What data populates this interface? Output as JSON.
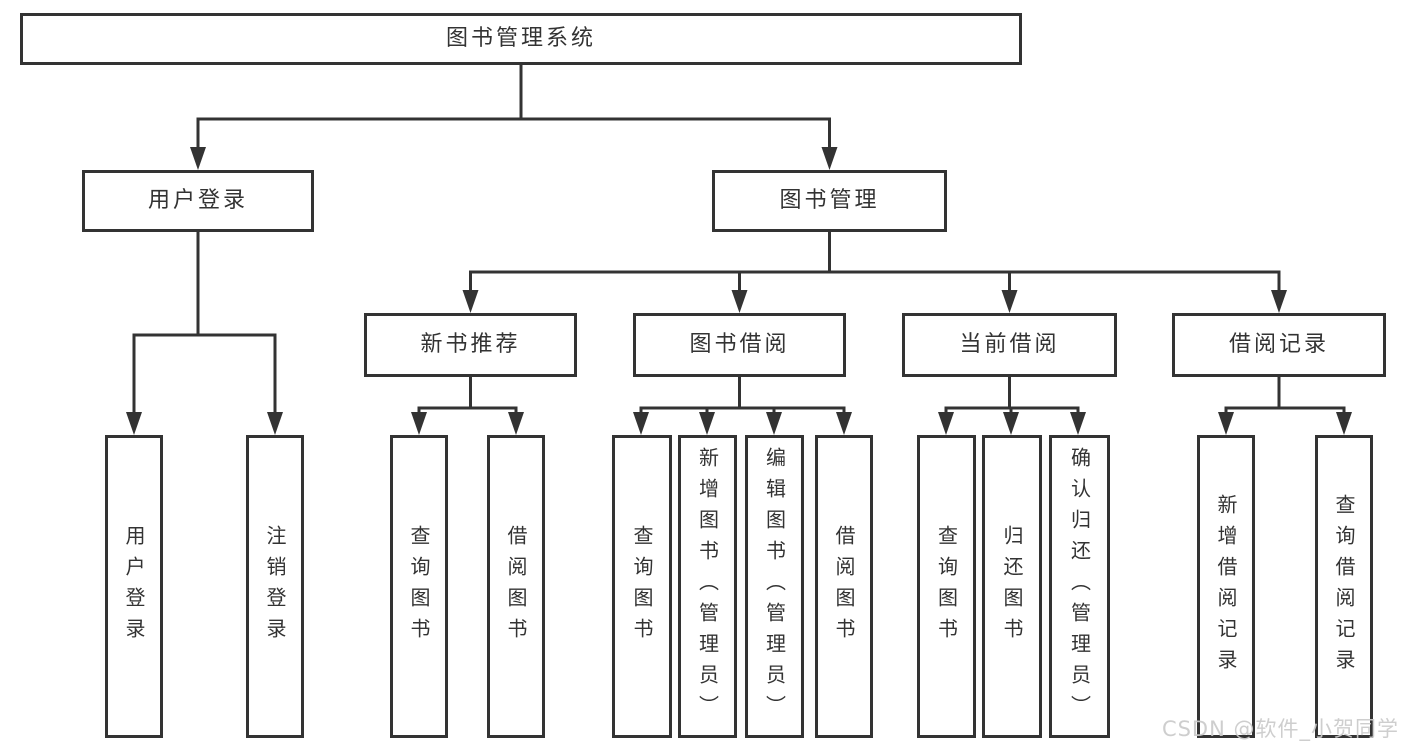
{
  "diagram_title": "图书管理系统",
  "tree": {
    "label": "图书管理系统",
    "children": [
      {
        "label": "用户登录",
        "children": [
          {
            "label": "用户登录"
          },
          {
            "label": "注销登录"
          }
        ]
      },
      {
        "label": "图书管理",
        "children": [
          {
            "label": "新书推荐",
            "children": [
              {
                "label": "查询图书"
              },
              {
                "label": "借阅图书"
              }
            ]
          },
          {
            "label": "图书借阅",
            "children": [
              {
                "label": "查询图书"
              },
              {
                "label": "新增图书（管理员）"
              },
              {
                "label": "编辑图书（管理员）"
              },
              {
                "label": "借阅图书"
              }
            ]
          },
          {
            "label": "当前借阅",
            "children": [
              {
                "label": "查询图书"
              },
              {
                "label": "归还图书"
              },
              {
                "label": "确认归还（管理员）"
              }
            ]
          },
          {
            "label": "借阅记录",
            "children": [
              {
                "label": "新增借阅记录"
              },
              {
                "label": "查询借阅记录"
              }
            ]
          }
        ]
      }
    ]
  },
  "watermark": "CSDN @软件_小贺同学",
  "colors": {
    "line": "#333333",
    "text": "#333333",
    "background": "#ffffff",
    "watermark": "#cacaca"
  }
}
